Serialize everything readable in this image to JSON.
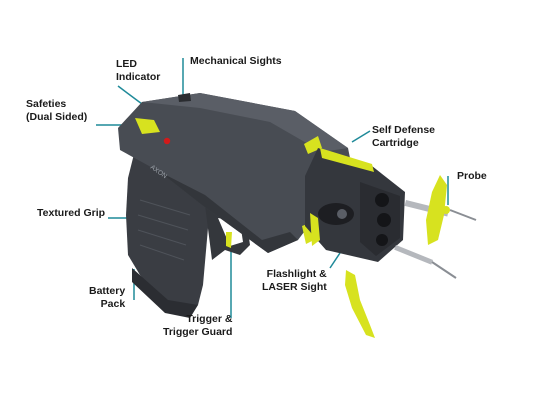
{
  "labels": {
    "led_indicator": {
      "line1": "LED",
      "line2": "Indicator"
    },
    "mechanical_sights": "Mechanical Sights",
    "safeties": {
      "line1": "Safeties",
      "line2": "(Dual Sided)"
    },
    "self_defense_cartridge": {
      "line1": "Self Defense",
      "line2": "Cartridge"
    },
    "probe": "Probe",
    "textured_grip": "Textured Grip",
    "flashlight_laser": {
      "line1": "Flashlight &",
      "line2": "LASER Sight"
    },
    "battery_pack": {
      "line1": "Battery",
      "line2": "Pack"
    },
    "trigger": {
      "line1": "Trigger &",
      "line2": "Trigger Guard"
    }
  },
  "device_text": "AXON",
  "colors": {
    "body_dark": "#3a3d43",
    "body_mid": "#4d5158",
    "accent_yellow": "#d7e21f",
    "leader_teal": "#1f8a99",
    "led_red": "#d21a1a"
  }
}
